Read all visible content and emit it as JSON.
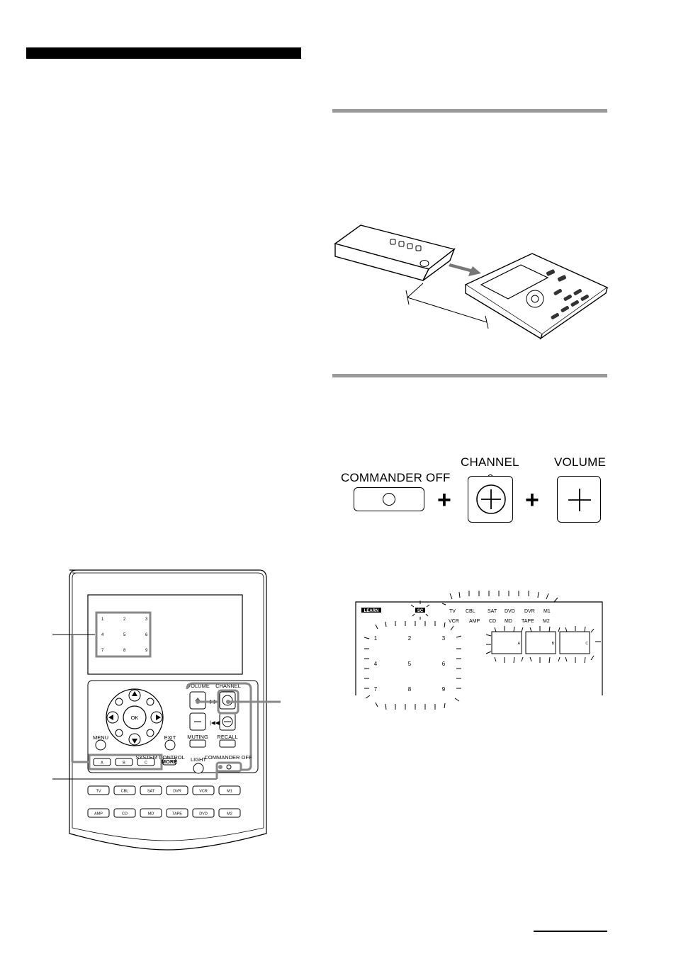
{
  "figure_sender": {
    "dots": 4
  },
  "remote_illustration": {
    "keypad_numbers": [
      "1",
      "2",
      "3",
      "4",
      "5",
      "6",
      "7",
      "8",
      "9"
    ],
    "nav_center": "OK",
    "volume_label": "VOLUME",
    "channel_label": "CHANNEL",
    "menu_label": "MENU",
    "exit_label": "EXIT",
    "muting_label": "MUTING",
    "recall_label": "RECALL",
    "system_control_label": "SYSTEM CONTROL",
    "system_buttons": [
      "A",
      "B",
      "C"
    ],
    "more_label": "MORE",
    "light_label": "LIGHT",
    "commander_off_label": "COMMANDER OFF",
    "device_row1": [
      "TV",
      "CBL",
      "SAT",
      "DVR",
      "VCR",
      "M1"
    ],
    "device_row2": [
      "AMP",
      "CD",
      "MD",
      "TAPE",
      "DVD",
      "M2"
    ]
  },
  "combo": {
    "commander_off": "COMMANDER OFF",
    "channel": "CHANNEL",
    "volume": "VOLUME",
    "plus": "+"
  },
  "lcd": {
    "learn": "LEARN",
    "sc": "SC",
    "row1": [
      "TV",
      "CBL",
      "SAT",
      "DVD",
      "DVR",
      "M1"
    ],
    "row2": [
      "VCR",
      "AMP",
      "CD",
      "MD",
      "TAPE",
      "M2"
    ],
    "keys": [
      "1",
      "2",
      "3",
      "4",
      "5",
      "6",
      "7",
      "8",
      "9"
    ],
    "soft_keys": [
      "A",
      "B",
      "C"
    ]
  }
}
